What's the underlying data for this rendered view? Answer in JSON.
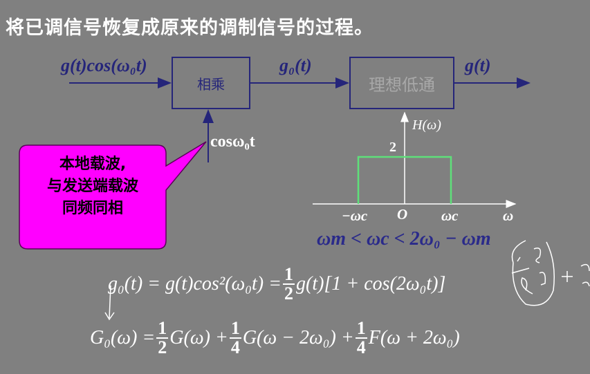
{
  "title": "将已调信号恢复成原来的调制信号的过程。",
  "diagram": {
    "input_label": "g(t)cos(ω₀t)",
    "multiplier_label": "相乘",
    "mid_label": "g₀(t)",
    "lowpass_label": "理想低通",
    "output_label": "g(t)",
    "carrier_label": "cosω₀t",
    "callout_lines": [
      "本地载波,",
      "与发送端载波",
      "同频同相"
    ]
  },
  "filter_plot": {
    "y_label": "H(ω)",
    "height_label": "2",
    "x_label": "ω",
    "origin_label": "O",
    "neg_cutoff_label": "−ωc",
    "pos_cutoff_label": "ωc",
    "condition": "ωm < ωc < 2ω₀ − ωm",
    "colors": {
      "filter": "#5ee07a",
      "axes": "#ffffff",
      "condition": "#2a2a8a"
    }
  },
  "equations": {
    "eq1": {
      "lhs": "g₀(t) = g(t)cos²(ω₀t) =",
      "frac_num": "1",
      "frac_den": "2",
      "rhs": "g(t)[1 + cos(2ω₀t)]"
    },
    "eq2": {
      "lhs": "G₀(ω) =",
      "f1_num": "1",
      "f1_den": "2",
      "t1": "G(ω) +",
      "f2_num": "1",
      "f2_den": "4",
      "t2": "G(ω − 2ω₀) +",
      "f3_num": "1",
      "f3_den": "4",
      "t3": "F(ω + 2ω₀)"
    }
  },
  "colors": {
    "background": "#808080",
    "diagram": "#25257a",
    "callout": "#ff00ff"
  }
}
